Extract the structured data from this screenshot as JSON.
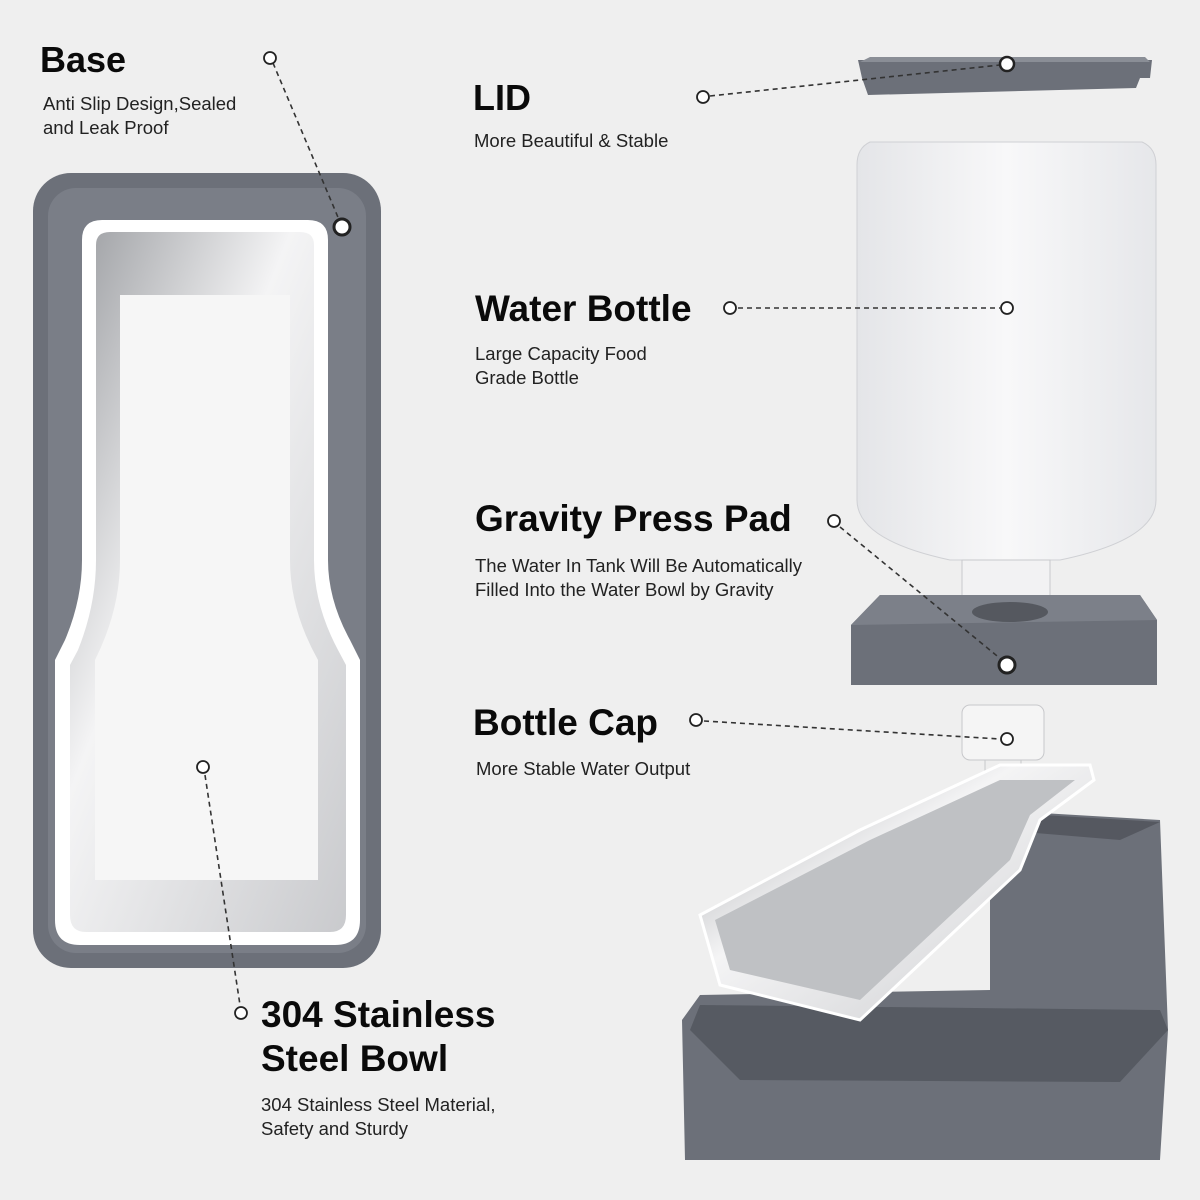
{
  "callouts": {
    "base": {
      "title": "Base",
      "lines": [
        "Anti Slip Design,Sealed",
        "and Leak Proof"
      ]
    },
    "lid": {
      "title": "LID",
      "lines": [
        "More Beautiful & Stable"
      ]
    },
    "bottle": {
      "title": "Water Bottle",
      "lines": [
        "Large Capacity Food",
        "Grade Bottle"
      ]
    },
    "pad": {
      "title": "Gravity Press Pad",
      "lines": [
        "The Water In Tank Will Be Automatically",
        "Filled Into the Water Bowl by Gravity"
      ]
    },
    "cap": {
      "title": "Bottle Cap",
      "lines": [
        "More Stable Water Output"
      ]
    },
    "bowl": {
      "title_lines": [
        "304 Stainless",
        "Steel Bowl"
      ],
      "lines": [
        "304 Stainless Steel Material,",
        "Safety and Sturdy"
      ]
    }
  },
  "colors": {
    "plastic": "#6c7079",
    "steel": "#d9dadc",
    "background": "#efefef"
  }
}
